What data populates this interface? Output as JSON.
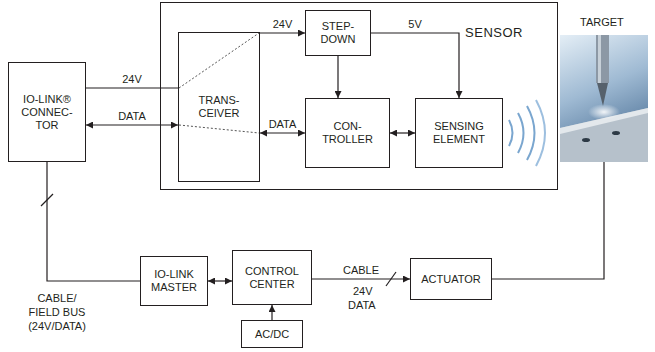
{
  "diagram": {
    "nodes": [
      {
        "text": [
          "IO-LINK® CONNEC- TOR"
        ]
      },
      {
        "text": [
          "SENSOR"
        ]
      },
      {
        "text": [
          "TRANS- CEIVER"
        ],
        "in": 1
      },
      {
        "text": [
          "STEP- DOWN"
        ],
        "in": 1
      },
      {
        "text": [
          "CON- TROLLER"
        ],
        "in": 1
      },
      {
        "text": [
          "SENSING ELEMENT"
        ],
        "in": 1
      },
      {
        "text": [
          "IO-LINK MASTER"
        ]
      },
      {
        "text": [
          "CONTROL CENTER"
        ]
      },
      {
        "text": [
          "ACTUATOR"
        ]
      },
      {
        "text": [
          "AC/DC"
        ]
      }
    ],
    "edges": [
      {
        "from": 0,
        "to": 2,
        "arrow": "none",
        "label": "24V"
      },
      {
        "from": 0,
        "to": 2,
        "arrow": "both",
        "label": "DATA"
      },
      {
        "from": 2,
        "to": 3,
        "arrow": "to",
        "label": "24V"
      },
      {
        "from": 2,
        "to": 4,
        "arrow": "both",
        "label": "DATA"
      },
      {
        "from": 3,
        "to": 4,
        "arrow": "to"
      },
      {
        "from": 3,
        "to": 5,
        "arrow": "to",
        "label": "5V"
      },
      {
        "from": 4,
        "to": 5,
        "arrow": "both"
      },
      {
        "from": 0,
        "to": 6,
        "arrow": "none"
      },
      {
        "from": 6,
        "to": 7,
        "arrow": "both"
      },
      {
        "from": 7,
        "to": 8,
        "arrow": "to",
        "label": "CABLE"
      },
      {
        "from": 9,
        "to": 7,
        "arrow": "to"
      }
    ],
    "labels": [
      "TARGET",
      "CABLE/ FIELD BUS (24V/DATA)",
      "24V",
      "DATA"
    ]
  }
}
